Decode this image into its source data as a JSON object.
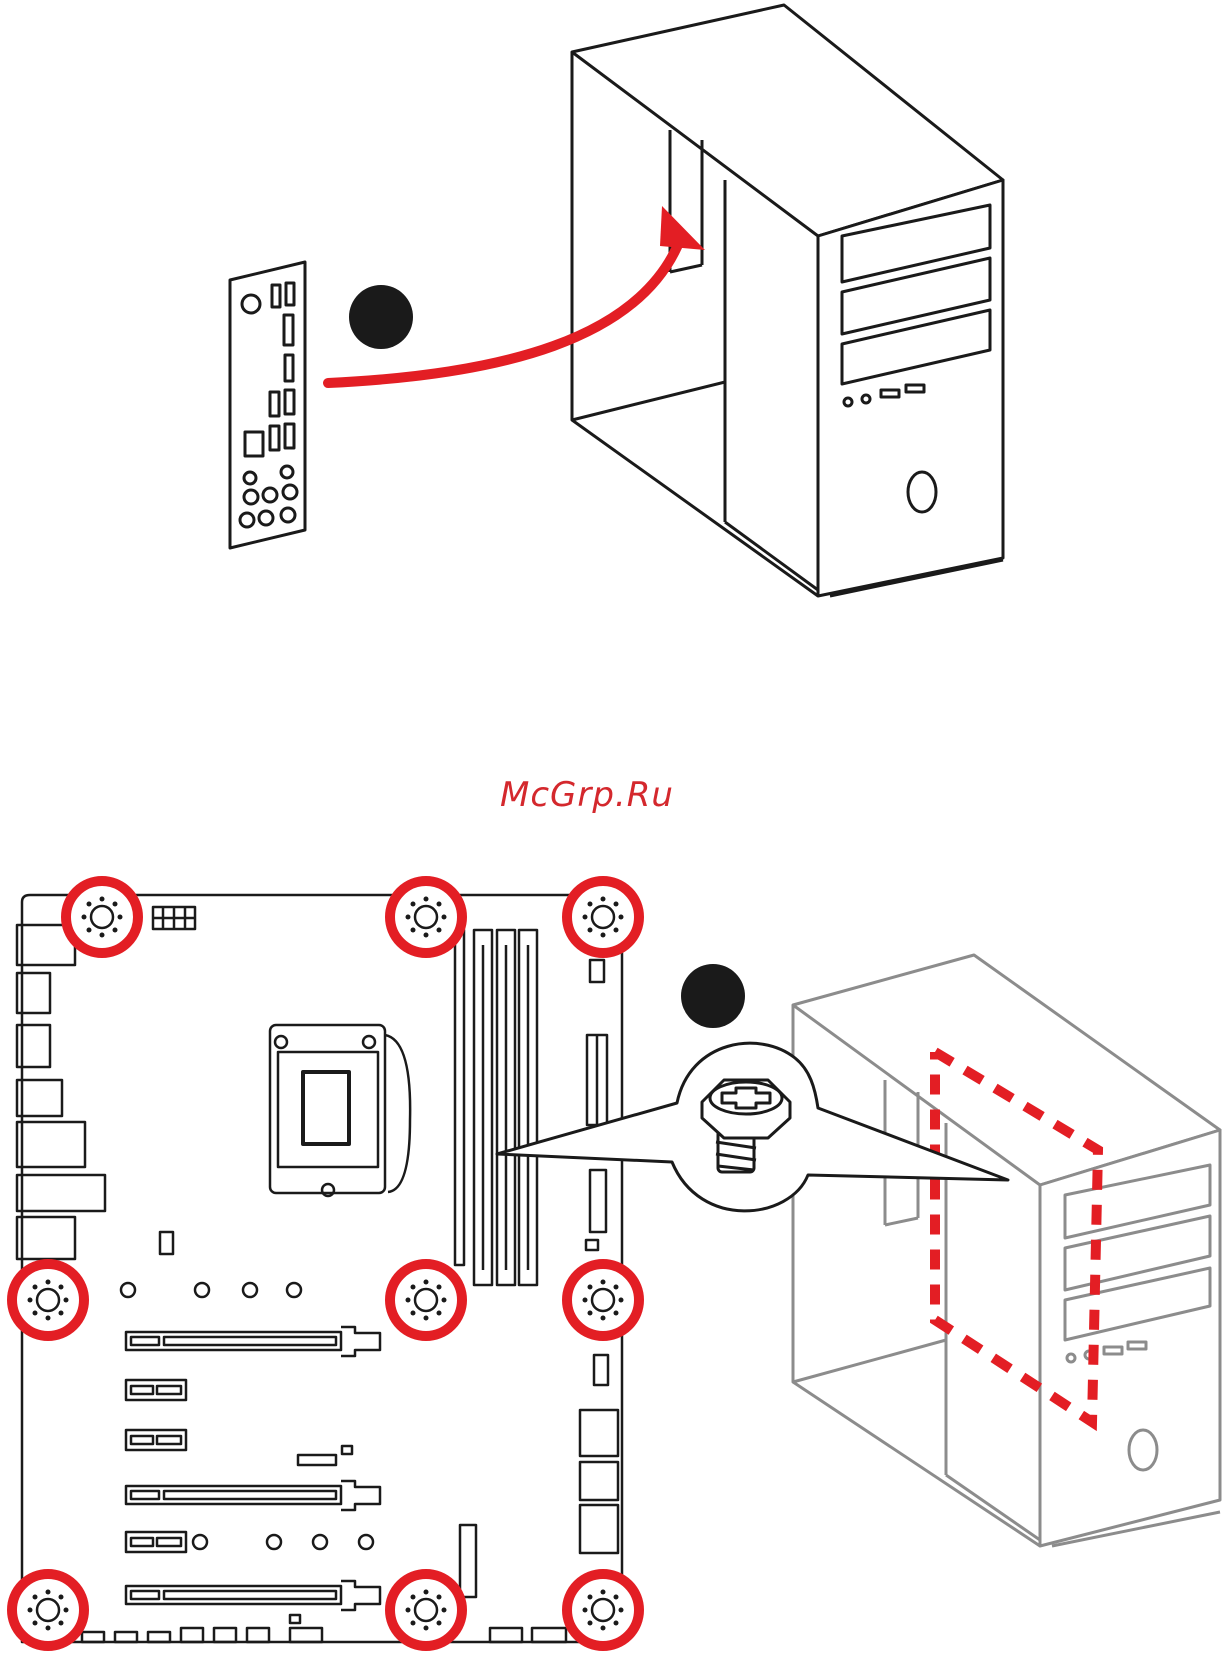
{
  "watermark": {
    "text": "McGrp.Ru"
  },
  "colors": {
    "accent_red": "#e31e24",
    "line_black": "#1a1a1a",
    "case_gray": "#8c8c8c",
    "watermark_red": "#d4282d"
  },
  "steps": [
    {
      "id": "step-1",
      "label": ""
    },
    {
      "id": "step-2",
      "label": ""
    }
  ],
  "icons": [
    "io-shield-icon",
    "insert-arrow-icon",
    "pc-case-icon",
    "motherboard-icon",
    "standoff-screw-icon",
    "screw-zoom-icon",
    "mounting-hole-icon"
  ]
}
